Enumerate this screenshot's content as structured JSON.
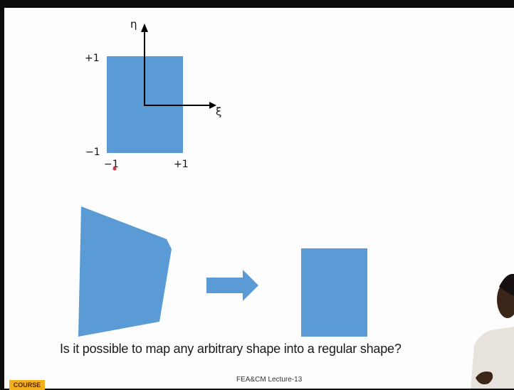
{
  "diagram": {
    "axis_eta_label": "η",
    "axis_xi_label": "ξ",
    "y_top_label": "+1",
    "y_bottom_label": "−1",
    "x_left_label": "−1",
    "x_right_label": "+1",
    "shape_color": "#5b9bd5",
    "arrow_color": "#5b9bd5"
  },
  "question_text": "Is it possible to map any arbitrary shape into a regular shape?",
  "footer_text": "FEA&CM Lecture-13",
  "badge_text": "COURSE",
  "badge_color": "#f2b11c"
}
